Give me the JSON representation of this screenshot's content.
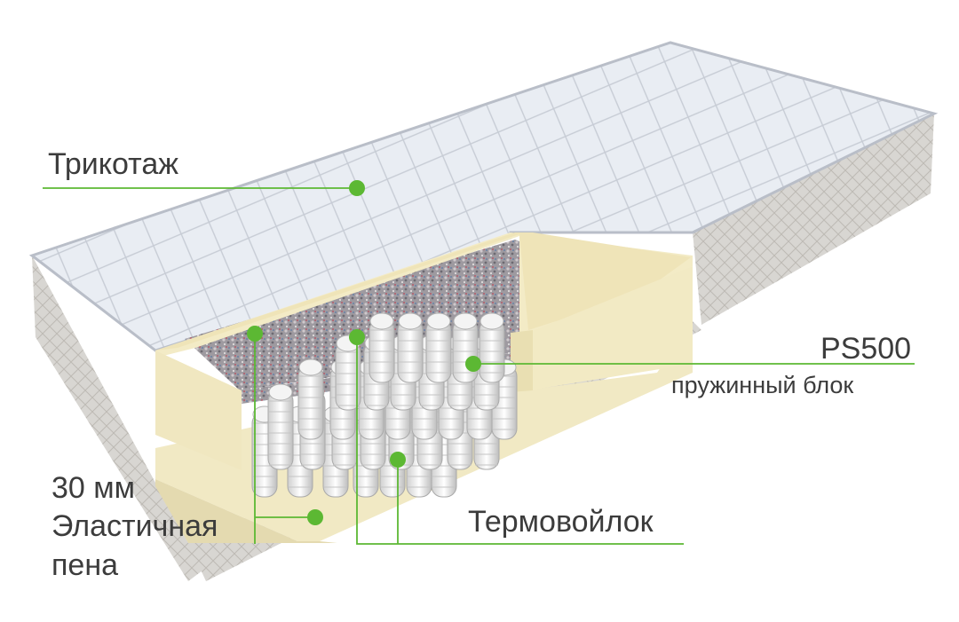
{
  "accent_color": "#5cb833",
  "labels": {
    "knit": "Трикотаж",
    "block_model": "PS500",
    "block_desc": "пружинный блок",
    "felt": "Термовойлок",
    "foam_thickness": "30 мм",
    "foam_line1": "Эластичная",
    "foam_line2": "пена"
  }
}
